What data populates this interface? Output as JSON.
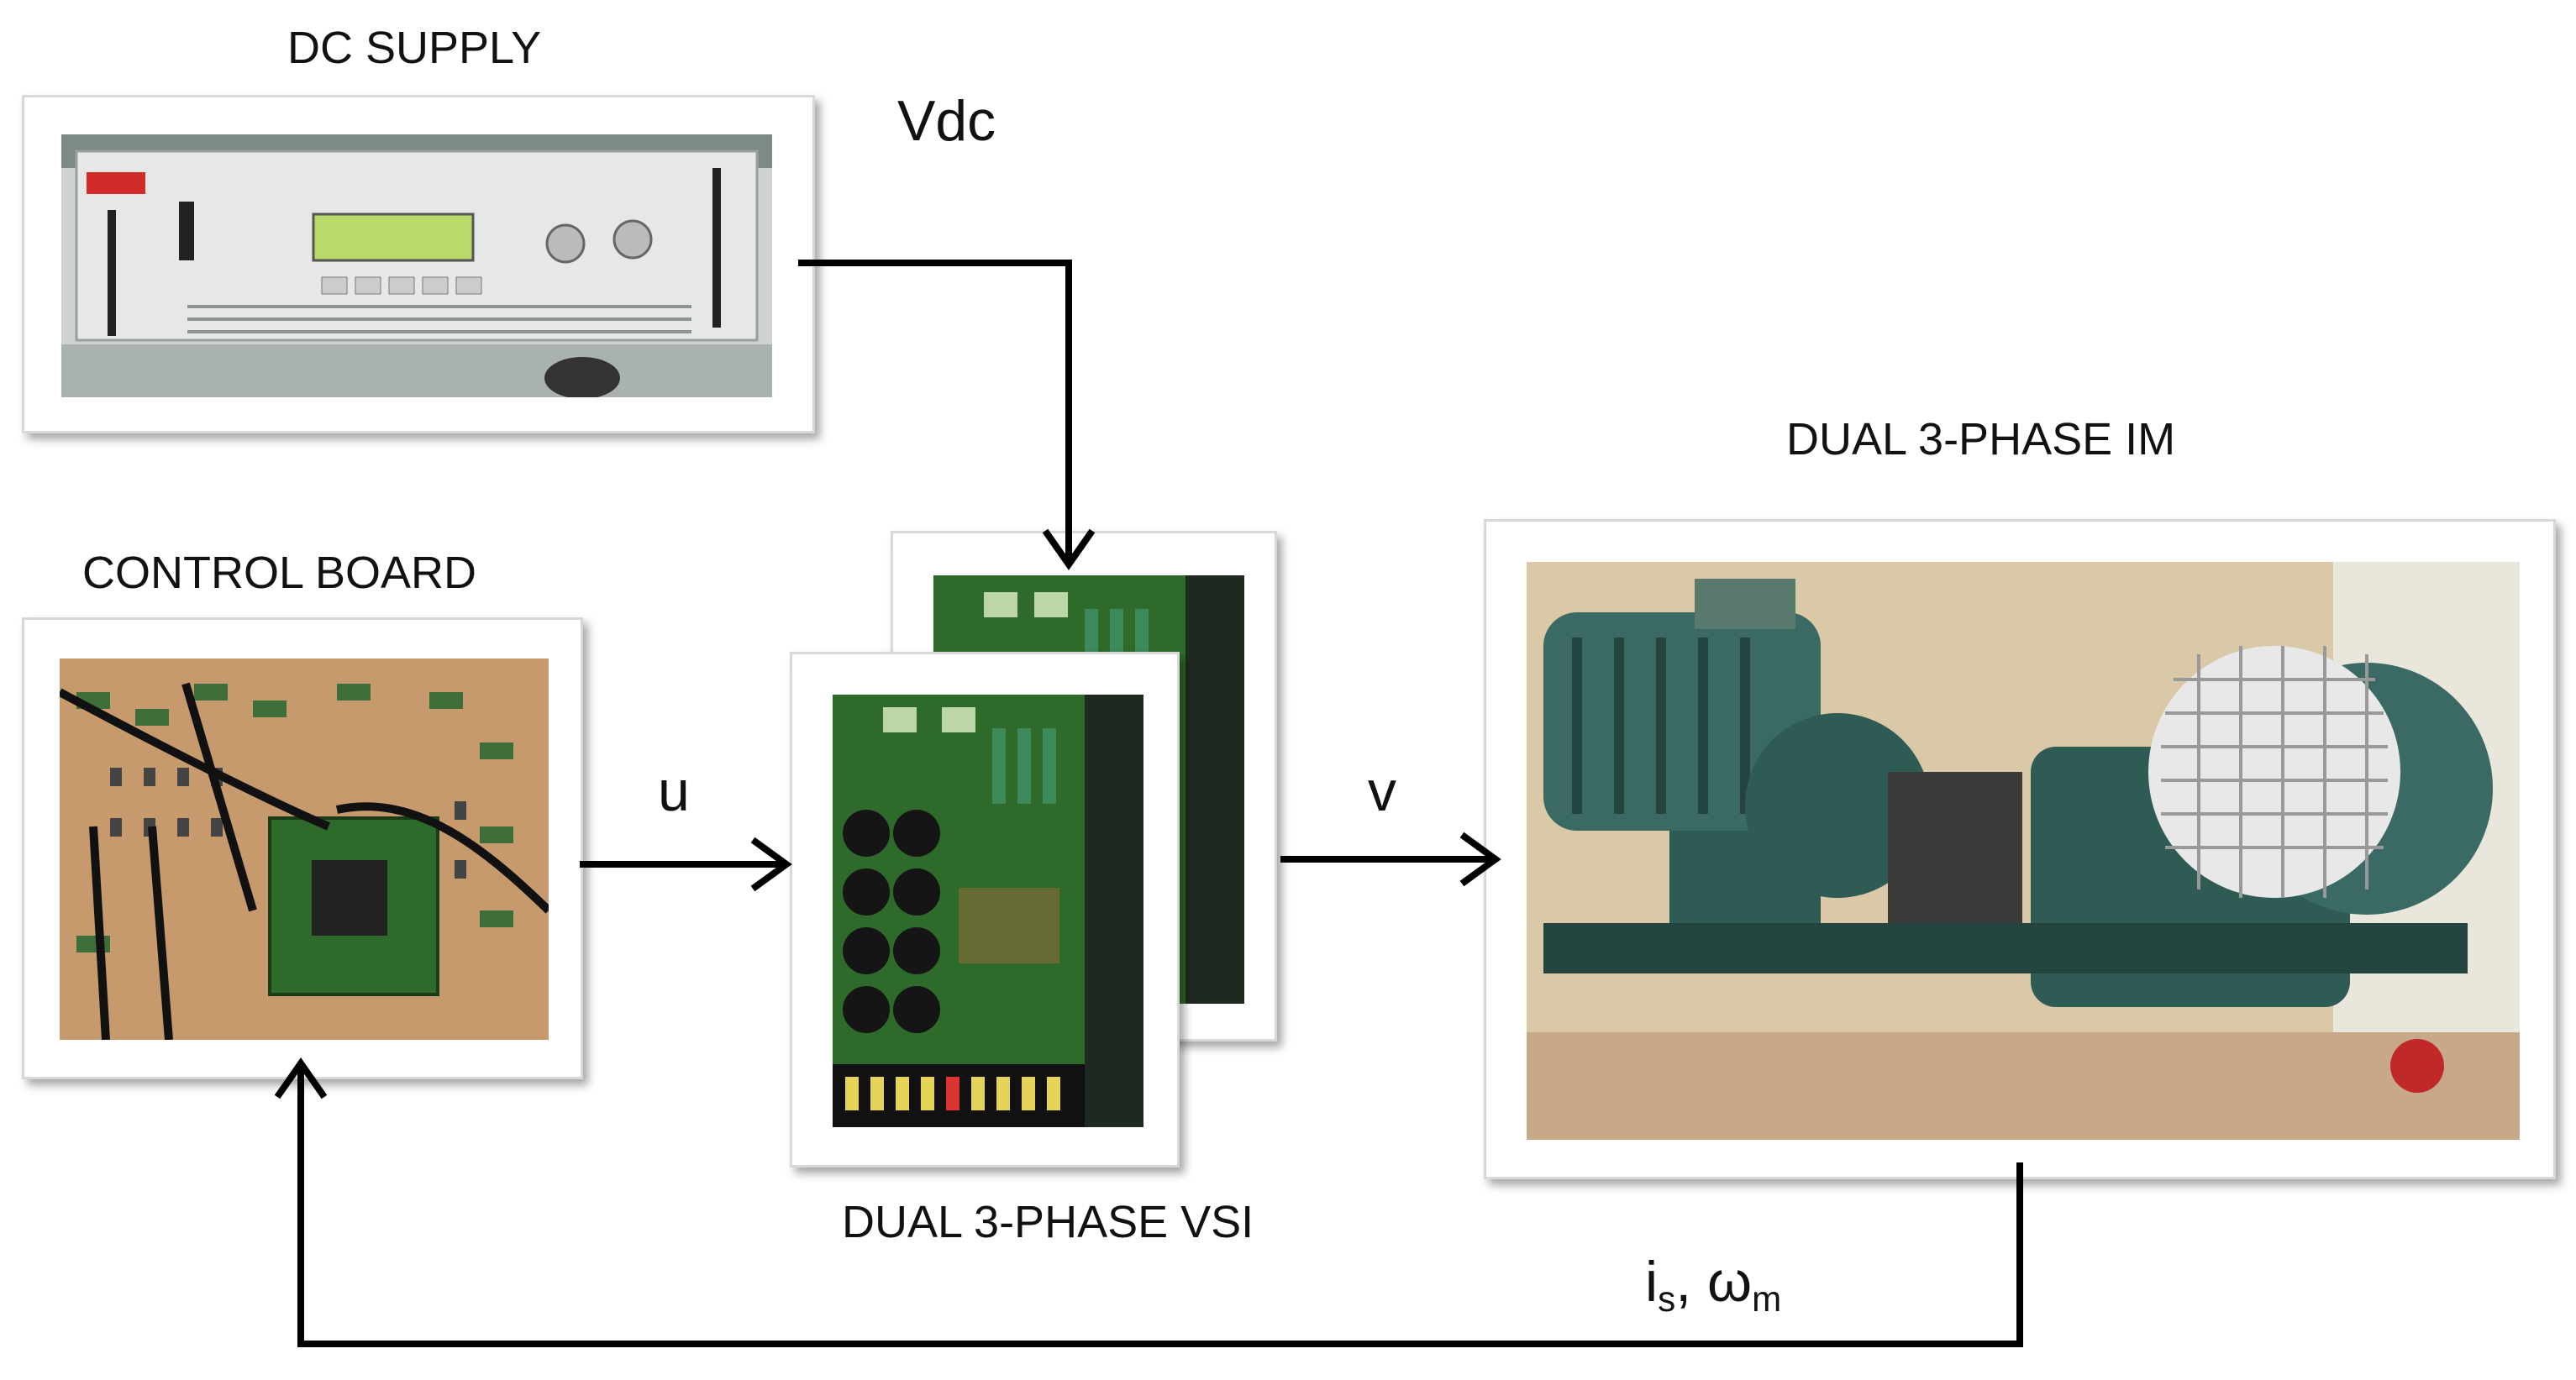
{
  "labels": {
    "dc_supply": "DC SUPPLY",
    "control_board": "CONTROL BOARD",
    "vsi": "DUAL 3-PHASE VSI",
    "im": "DUAL 3-PHASE IM"
  },
  "signals": {
    "vdc": "Vdc",
    "u": "u",
    "v": "v",
    "feedback_i": "i",
    "feedback_i_sub": "s",
    "feedback_sep": ", ",
    "feedback_w": "ω",
    "feedback_w_sub": "m"
  },
  "colors": {
    "arrow": "#000000",
    "pcb_green": "#2e6b2a",
    "board_tan": "#c79a6e",
    "motor_teal": "#2f5b55"
  }
}
